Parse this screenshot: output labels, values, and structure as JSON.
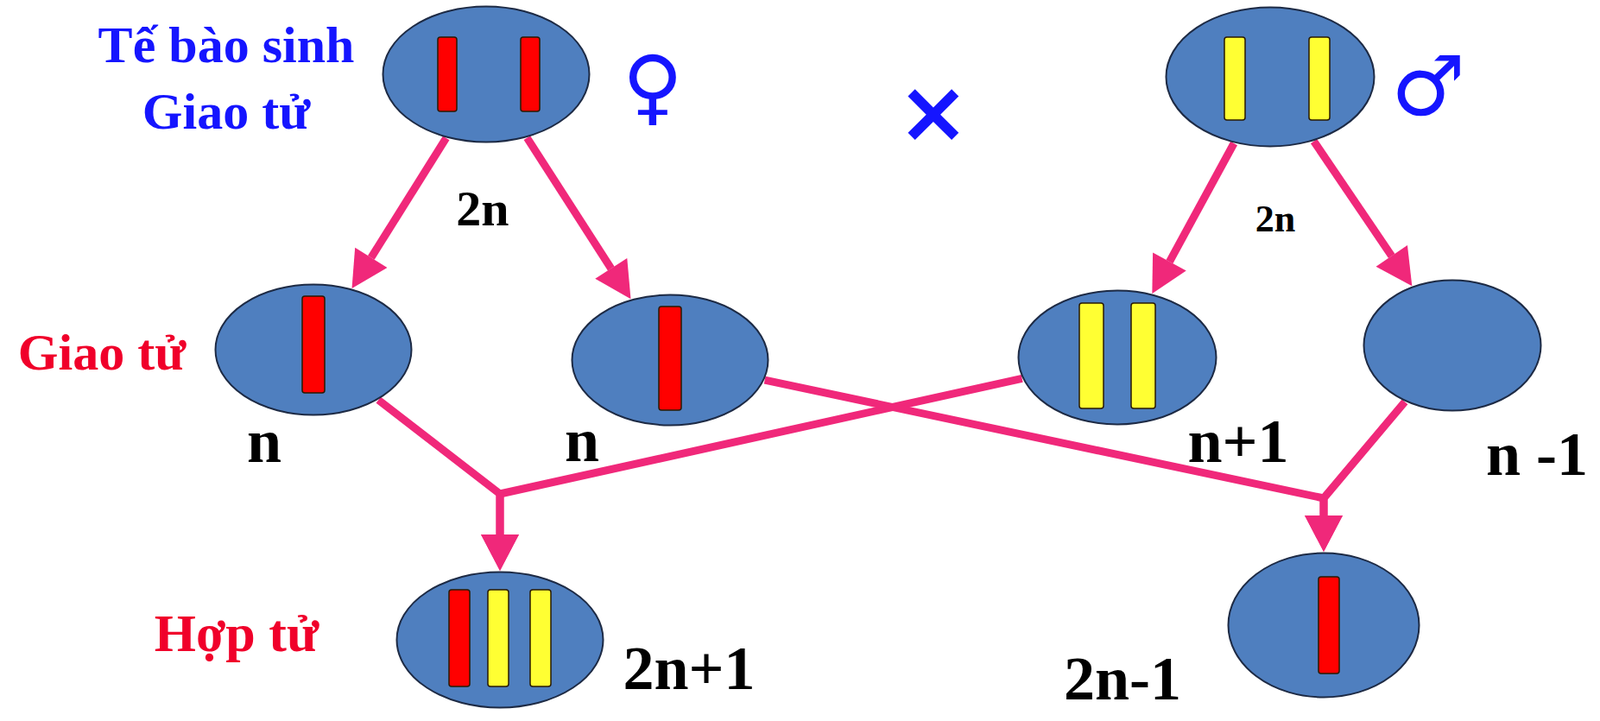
{
  "diagram": {
    "nodes": [
      {
        "text": [
          "2n"
        ]
      },
      {
        "text": [
          "2n"
        ]
      },
      {
        "text": [
          "n"
        ]
      },
      {
        "text": [
          "n"
        ]
      },
      {
        "text": [
          "n+1"
        ]
      },
      {
        "text": [
          "n -1"
        ]
      },
      {
        "text": [
          "2n+1"
        ]
      },
      {
        "text": [
          "2n-1"
        ]
      }
    ],
    "edges": [
      {
        "from": 0,
        "to": 2,
        "arrow": "to"
      },
      {
        "from": 0,
        "to": 3,
        "arrow": "to"
      },
      {
        "from": 1,
        "to": 4,
        "arrow": "to"
      },
      {
        "from": 1,
        "to": 5,
        "arrow": "to"
      },
      {
        "from": 2,
        "to": 6,
        "arrow": "to"
      },
      {
        "from": 4,
        "to": 6,
        "arrow": "to"
      },
      {
        "from": 3,
        "to": 7,
        "arrow": "to"
      },
      {
        "from": 5,
        "to": 7,
        "arrow": "to"
      }
    ],
    "labels": [
      "Tế bào sinh Giao tử",
      "♀",
      "×",
      "♂",
      "Giao tử",
      "Hợp tử"
    ]
  }
}
